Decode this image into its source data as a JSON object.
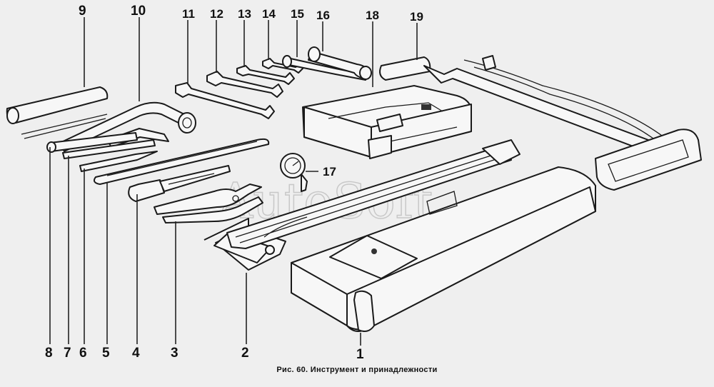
{
  "callouts": {
    "n1": "1",
    "n2": "2",
    "n3": "3",
    "n4": "4",
    "n5": "5",
    "n6": "6",
    "n7": "7",
    "n8": "8",
    "n9": "9",
    "n10": "10",
    "n11": "11",
    "n12": "12",
    "n13": "13",
    "n14": "14",
    "n15": "15",
    "n16": "16",
    "n17": "17",
    "n18": "18",
    "n19": "19"
  },
  "watermark": "AutoSoft",
  "caption": "Рис. 60. Инструмент и принадлежности"
}
